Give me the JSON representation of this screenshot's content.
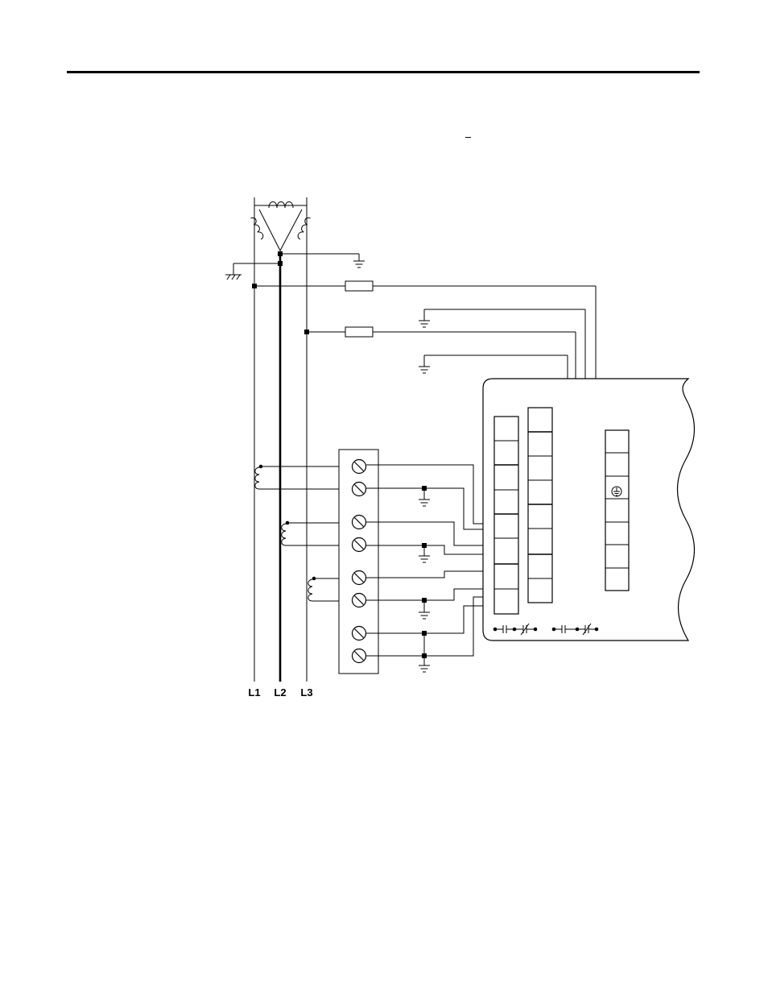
{
  "diagram": {
    "line_labels": [
      "L1",
      "L2",
      "L3"
    ],
    "colors": {
      "ink": "#000000",
      "paper": "#ffffff"
    }
  }
}
